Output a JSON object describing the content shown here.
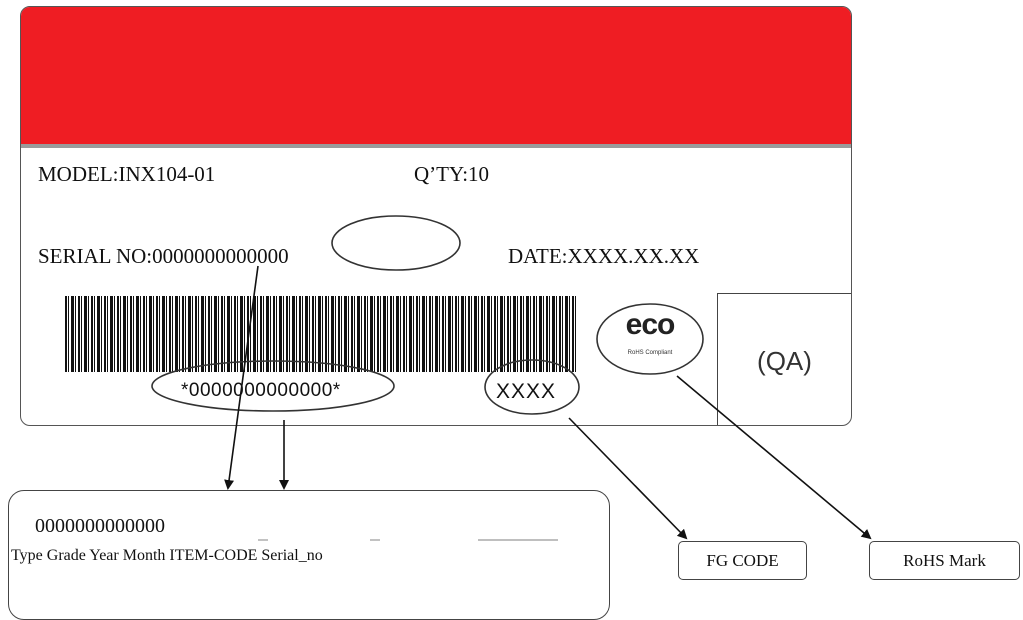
{
  "label": {
    "model": "MODEL:INX104-01",
    "qty": "Q’TY:10",
    "serial": "SERIAL NO:0000000000000",
    "date": "DATE:XXXX.XX.XX",
    "barcode_text": "*0000000000000*",
    "fg_code_value": "XXXX",
    "eco_logo": "eco",
    "eco_subtext": "RoHS Compliant",
    "qa_mark": "(QA)",
    "colors": {
      "band": "#ef1d23",
      "band_edge": "#9b9b9b"
    }
  },
  "legend": {
    "serial_digits": "0000000000000",
    "fields": "Type Grade Year Month ITEM-CODE Serial_no"
  },
  "callouts": {
    "fg_code": "FG CODE",
    "rohs_mark": "RoHS Mark"
  }
}
